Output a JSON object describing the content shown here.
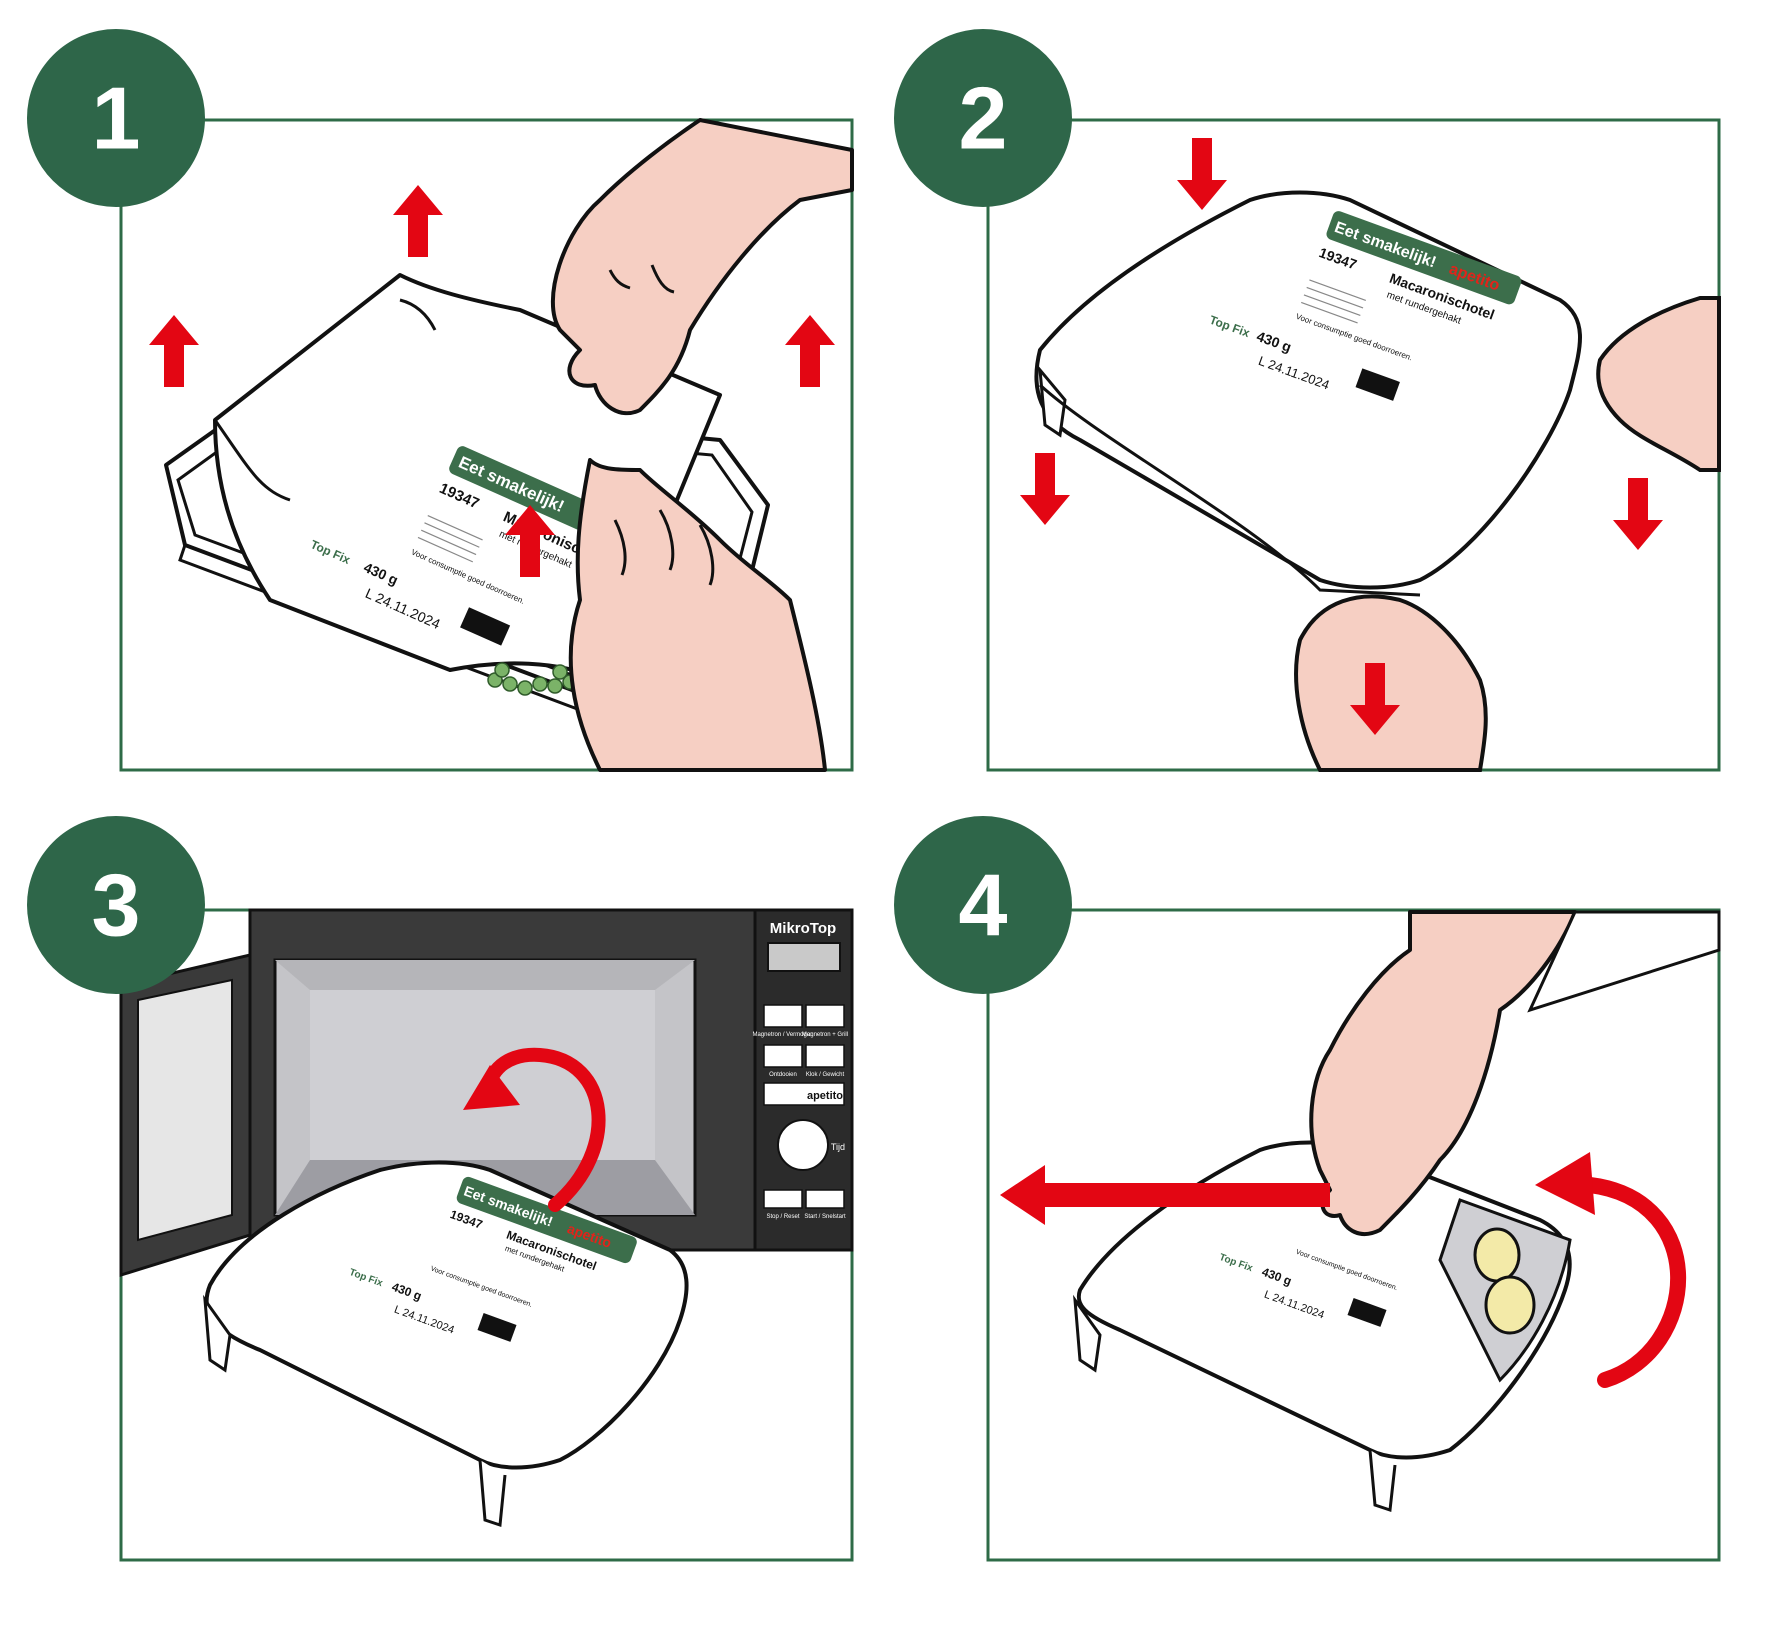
{
  "colors": {
    "frame": "#2e6b47",
    "badge": "#2e6649",
    "arrow": "#e30613",
    "skin": "#f6cfc3",
    "label_green": "#3c6e4b",
    "label_red": "#e2231a",
    "oven_body": "#3a3a3a",
    "oven_window": "#c4c4c8"
  },
  "steps": [
    {
      "number": "1"
    },
    {
      "number": "2"
    },
    {
      "number": "3"
    },
    {
      "number": "4"
    }
  ],
  "label": {
    "banner": "Eet smakelijk!",
    "brand": "apetito",
    "code": "19347",
    "product": "Macaronischotel",
    "product_sub": "met rundergehakt",
    "consume_note": "Voor consumptie goed doorroeren.",
    "topfix": "Top Fix",
    "weight": "430 g",
    "lot": "L 24.11.2024"
  },
  "microwave": {
    "brand": "MikroTop",
    "btn_magnetron": "Magnetron / Vermogen",
    "btn_grill": "Magnetron + Grill",
    "btn_defrost": "Ontdooien",
    "btn_clock": "Klok / Gewicht",
    "btn_apetito": "apetito",
    "dial_label": "Tijd",
    "btn_stop": "Stop / Reset",
    "btn_start": "Start / Snelstart"
  }
}
